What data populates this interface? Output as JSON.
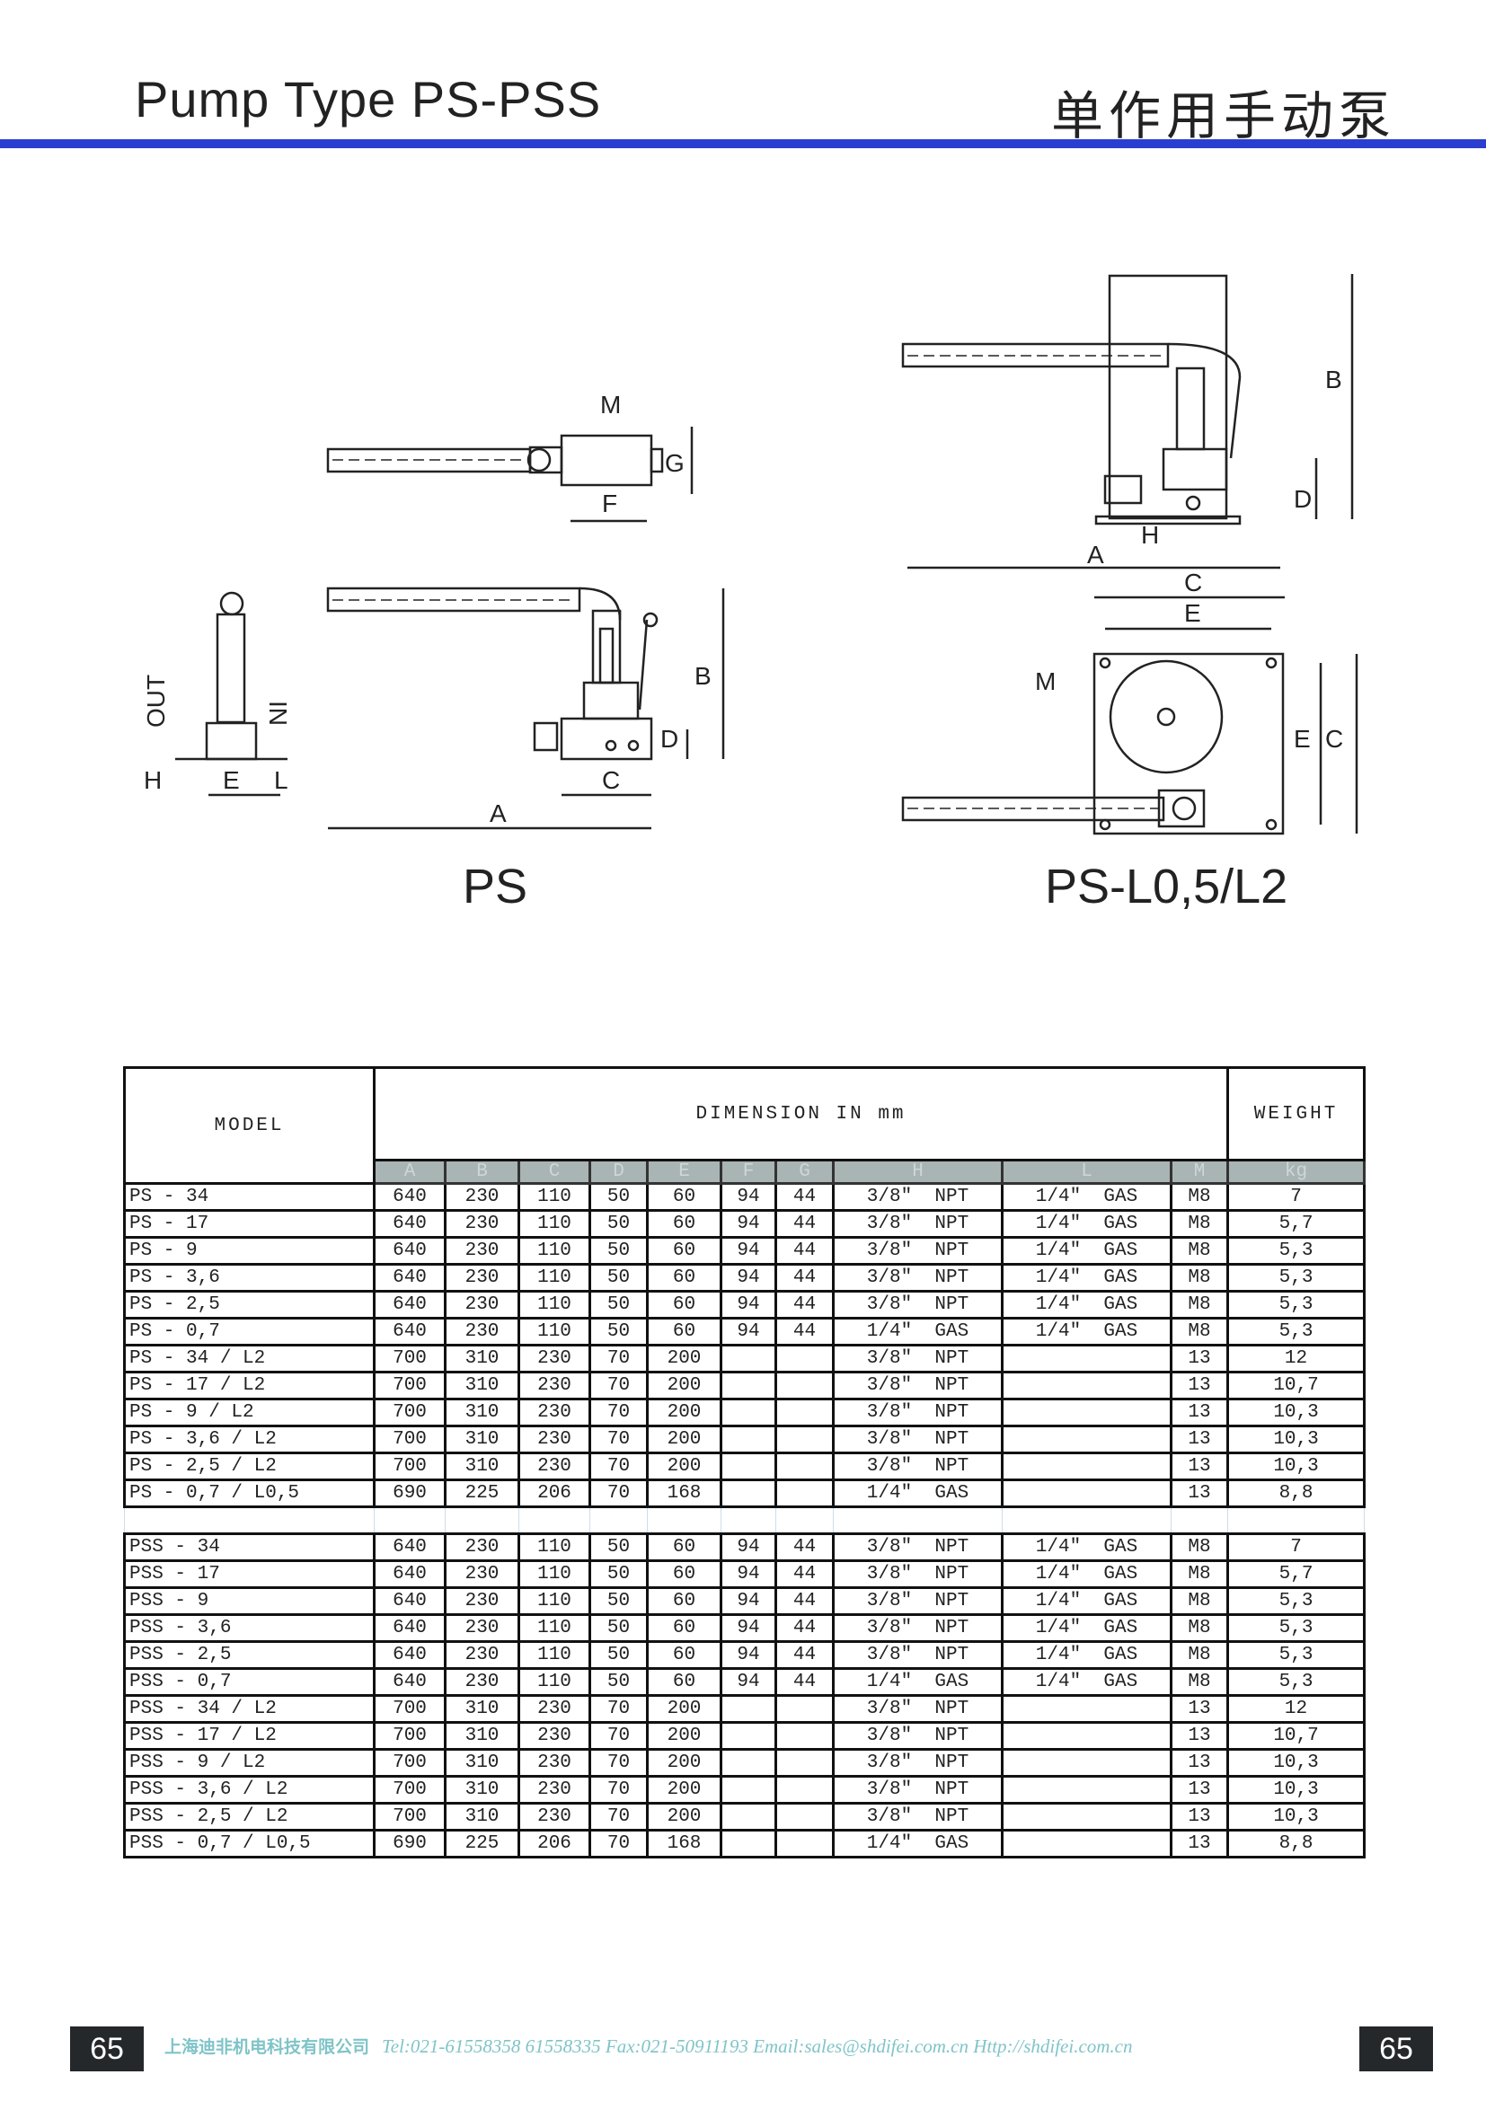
{
  "header": {
    "title_en": "Pump Type PS-PSS",
    "title_cn": "单作用手动泵"
  },
  "diagrams": {
    "ps": {
      "caption": "PS",
      "labels": {
        "M": "M",
        "G": "G",
        "F": "F",
        "B": "B",
        "D": "D",
        "C": "C",
        "A": "A",
        "OUT": "OUT",
        "IN": "IN",
        "H": "H",
        "E": "E",
        "L": "L"
      }
    },
    "psl": {
      "caption": "PS-L0,5/L2",
      "labels": {
        "B": "B",
        "D": "D",
        "H": "H",
        "A": "A",
        "C": "C",
        "E": "E",
        "M": "M",
        "E2": "E",
        "C2": "C"
      }
    }
  },
  "table": {
    "model_header": "MODEL",
    "dimension_header": "DIMENSION IN mm",
    "weight_header": "WEIGHT",
    "sub_headers": [
      "A",
      "B",
      "C",
      "D",
      "E",
      "F",
      "G",
      "H",
      "L",
      "M",
      "kg"
    ],
    "ps_rows": [
      [
        "PS - 34",
        "640",
        "230",
        "110",
        "50",
        "60",
        "94",
        "44",
        "3/8\"  NPT",
        "1/4\"  GAS",
        "M8",
        "7"
      ],
      [
        "PS - 17",
        "640",
        "230",
        "110",
        "50",
        "60",
        "94",
        "44",
        "3/8\"  NPT",
        "1/4\"  GAS",
        "M8",
        "5,7"
      ],
      [
        "PS - 9",
        "640",
        "230",
        "110",
        "50",
        "60",
        "94",
        "44",
        "3/8\"  NPT",
        "1/4\"  GAS",
        "M8",
        "5,3"
      ],
      [
        "PS - 3,6",
        "640",
        "230",
        "110",
        "50",
        "60",
        "94",
        "44",
        "3/8\"  NPT",
        "1/4\"  GAS",
        "M8",
        "5,3"
      ],
      [
        "PS - 2,5",
        "640",
        "230",
        "110",
        "50",
        "60",
        "94",
        "44",
        "3/8\"  NPT",
        "1/4\"  GAS",
        "M8",
        "5,3"
      ],
      [
        "PS - 0,7",
        "640",
        "230",
        "110",
        "50",
        "60",
        "94",
        "44",
        "1/4\"  GAS",
        "1/4\"  GAS",
        "M8",
        "5,3"
      ],
      [
        "PS - 34 / L2",
        "700",
        "310",
        "230",
        "70",
        "200",
        "",
        "",
        "3/8\"  NPT",
        "",
        "13",
        "12"
      ],
      [
        "PS - 17 / L2",
        "700",
        "310",
        "230",
        "70",
        "200",
        "",
        "",
        "3/8\"  NPT",
        "",
        "13",
        "10,7"
      ],
      [
        "PS - 9 / L2",
        "700",
        "310",
        "230",
        "70",
        "200",
        "",
        "",
        "3/8\"  NPT",
        "",
        "13",
        "10,3"
      ],
      [
        "PS - 3,6 / L2",
        "700",
        "310",
        "230",
        "70",
        "200",
        "",
        "",
        "3/8\"  NPT",
        "",
        "13",
        "10,3"
      ],
      [
        "PS - 2,5 / L2",
        "700",
        "310",
        "230",
        "70",
        "200",
        "",
        "",
        "3/8\"  NPT",
        "",
        "13",
        "10,3"
      ],
      [
        "PS - 0,7 / L0,5",
        "690",
        "225",
        "206",
        "70",
        "168",
        "",
        "",
        "1/4\"  GAS",
        "",
        "13",
        "8,8"
      ]
    ],
    "pss_rows": [
      [
        "PSS - 34",
        "640",
        "230",
        "110",
        "50",
        "60",
        "94",
        "44",
        "3/8\"  NPT",
        "1/4\"  GAS",
        "M8",
        "7"
      ],
      [
        "PSS - 17",
        "640",
        "230",
        "110",
        "50",
        "60",
        "94",
        "44",
        "3/8\"  NPT",
        "1/4\"  GAS",
        "M8",
        "5,7"
      ],
      [
        "PSS - 9",
        "640",
        "230",
        "110",
        "50",
        "60",
        "94",
        "44",
        "3/8\"  NPT",
        "1/4\"  GAS",
        "M8",
        "5,3"
      ],
      [
        "PSS - 3,6",
        "640",
        "230",
        "110",
        "50",
        "60",
        "94",
        "44",
        "3/8\"  NPT",
        "1/4\"  GAS",
        "M8",
        "5,3"
      ],
      [
        "PSS - 2,5",
        "640",
        "230",
        "110",
        "50",
        "60",
        "94",
        "44",
        "3/8\"  NPT",
        "1/4\"  GAS",
        "M8",
        "5,3"
      ],
      [
        "PSS - 0,7",
        "640",
        "230",
        "110",
        "50",
        "60",
        "94",
        "44",
        "1/4\"  GAS",
        "1/4\"  GAS",
        "M8",
        "5,3"
      ],
      [
        "PSS - 34 / L2",
        "700",
        "310",
        "230",
        "70",
        "200",
        "",
        "",
        "3/8\"  NPT",
        "",
        "13",
        "12"
      ],
      [
        "PSS - 17 / L2",
        "700",
        "310",
        "230",
        "70",
        "200",
        "",
        "",
        "3/8\"  NPT",
        "",
        "13",
        "10,7"
      ],
      [
        "PSS - 9 / L2",
        "700",
        "310",
        "230",
        "70",
        "200",
        "",
        "",
        "3/8\"  NPT",
        "",
        "13",
        "10,3"
      ],
      [
        "PSS - 3,6 / L2",
        "700",
        "310",
        "230",
        "70",
        "200",
        "",
        "",
        "3/8\"  NPT",
        "",
        "13",
        "10,3"
      ],
      [
        "PSS - 2,5 / L2",
        "700",
        "310",
        "230",
        "70",
        "200",
        "",
        "",
        "3/8\"  NPT",
        "",
        "13",
        "10,3"
      ],
      [
        "PSS - 0,7 / L0,5",
        "690",
        "225",
        "206",
        "70",
        "168",
        "",
        "",
        "1/4\"  GAS",
        "",
        "13",
        "8,8"
      ]
    ]
  },
  "footer": {
    "page_left": "65",
    "page_right": "65",
    "company": "上海迪非机电科技有限公司",
    "contact": "Tel:021-61558358 61558335  Fax:021-50911193 Email:sales@shdifei.com.cn Http://shdifei.com.cn"
  }
}
